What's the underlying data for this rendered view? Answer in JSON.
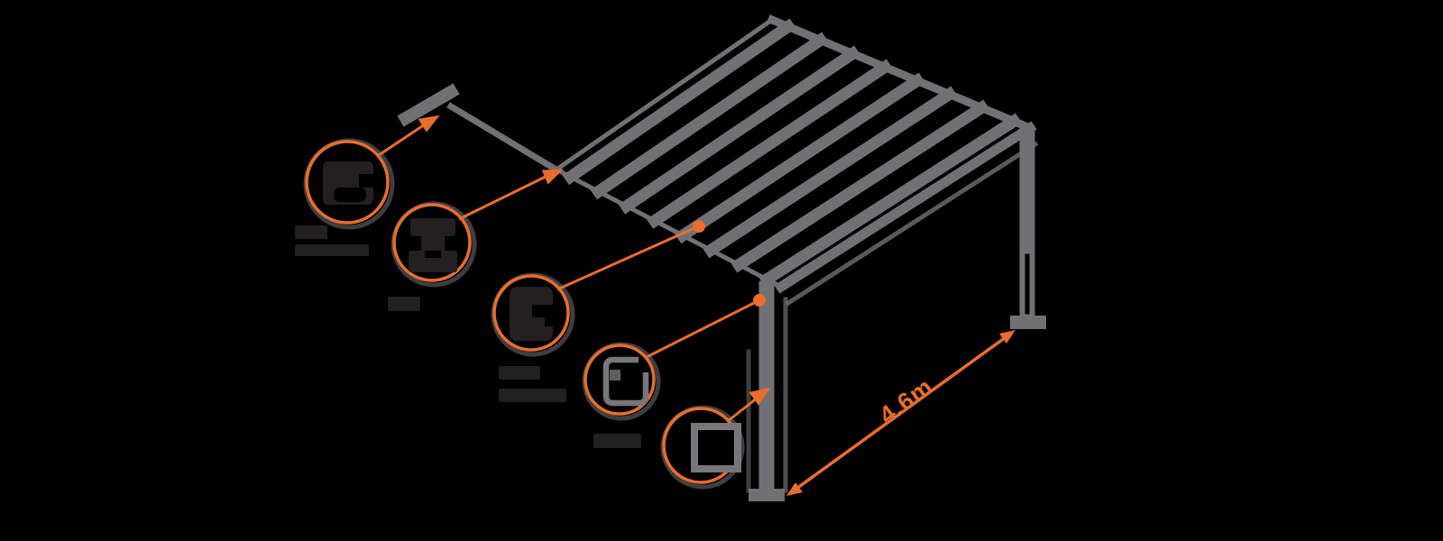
{
  "page": {
    "background": "#000000",
    "description": "Isometric diagram of a louvered-roof pergola with five magnifier callout circles showing extrusion profile details and one dimension line"
  },
  "diagram": {
    "structure": {
      "name": "louvered-roof-pergola",
      "color": "#717074",
      "louvre_count": 8,
      "posts_visible": 2
    },
    "accent_color": "#ea6d2c",
    "icon_dark_color": "#242021",
    "callouts": [
      {
        "id": 1,
        "icon": "roof-beam-profile-icon"
      },
      {
        "id": 2,
        "icon": "gutter-profile-icon"
      },
      {
        "id": 3,
        "icon": "louvre-blade-profile-icon"
      },
      {
        "id": 4,
        "icon": "frame-channel-profile-icon"
      },
      {
        "id": 5,
        "icon": "post-section-profile-icon"
      }
    ],
    "dimension": {
      "label": "4.6m"
    }
  }
}
